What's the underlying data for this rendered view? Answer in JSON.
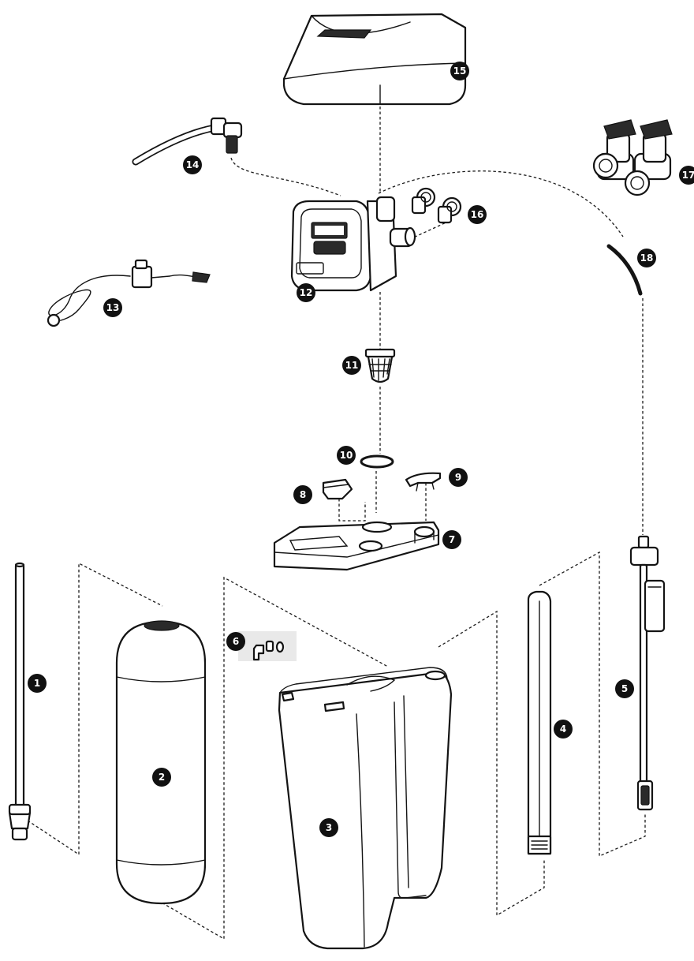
{
  "diagram": {
    "type": "exploded-parts-view",
    "colors": {
      "line": "#141414",
      "badge_fill": "#111111",
      "badge_text": "#ffffff",
      "panel_highlight": "#e9e9e9"
    },
    "callouts": [
      {
        "number": "1"
      },
      {
        "number": "2"
      },
      {
        "number": "3"
      },
      {
        "number": "4"
      },
      {
        "number": "5"
      },
      {
        "number": "6"
      },
      {
        "number": "7"
      },
      {
        "number": "8"
      },
      {
        "number": "9"
      },
      {
        "number": "10"
      },
      {
        "number": "11"
      },
      {
        "number": "12"
      },
      {
        "number": "13"
      },
      {
        "number": "14"
      },
      {
        "number": "15"
      },
      {
        "number": "16"
      },
      {
        "number": "17"
      },
      {
        "number": "18"
      }
    ]
  }
}
